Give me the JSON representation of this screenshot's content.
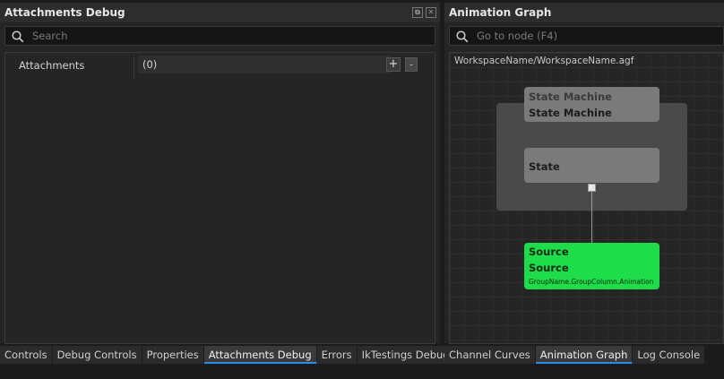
{
  "left_panel": {
    "title": "Attachments Debug",
    "search_placeholder": "Search",
    "property": {
      "label": "Attachments",
      "value": "(0)",
      "add_label": "+",
      "remove_label": "-"
    },
    "tabs": [
      "Controls",
      "Debug Controls",
      "Properties",
      "Attachments Debug",
      "Errors",
      "IkTestings Debug"
    ],
    "active_tab": "Attachments Debug"
  },
  "right_panel": {
    "title": "Animation Graph",
    "search_placeholder": "Go to node (F4)",
    "path": "WorkspaceName/WorkspaceName.agf",
    "nodes": {
      "state_machine": {
        "line1": "State Machine",
        "line2": "State Machine"
      },
      "state": {
        "label": "State"
      },
      "source": {
        "line1": "Source",
        "line2": "Source",
        "detail": "GroupName.GroupColumn.Animation"
      }
    },
    "tabs": [
      "Channel Curves",
      "Animation Graph",
      "Log Console"
    ],
    "active_tab": "Animation Graph"
  },
  "colors": {
    "accent": "#2a8be6",
    "source_node": "#1fdc4a",
    "state_node": "#7a7a7a",
    "background": "#252525"
  }
}
